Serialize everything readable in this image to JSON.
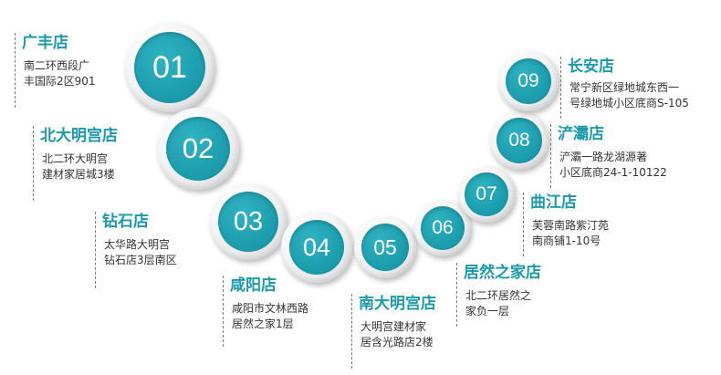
{
  "stores": [
    {
      "num": "01",
      "name": "广丰店",
      "addr1": "南二环西段广",
      "addr2": "丰国际2区901"
    },
    {
      "num": "02",
      "name": "北大明宫店",
      "addr1": "北二环大明宫",
      "addr2": "建材家居城3楼"
    },
    {
      "num": "03",
      "name": "钻石店",
      "addr1": "太华路大明宫",
      "addr2": "钻石店3层南区"
    },
    {
      "num": "04",
      "name": "咸阳店",
      "addr1": "咸阳市文林西路",
      "addr2": "居然之家1层"
    },
    {
      "num": "05",
      "name": "南大明宫店",
      "addr1": "大明宫建材家",
      "addr2": "居含光路店2楼"
    },
    {
      "num": "06",
      "name": "居然之家店",
      "addr1": "北二环居然之",
      "addr2": "家负一层"
    },
    {
      "num": "07",
      "name": "曲江店",
      "addr1": "芙蓉南路紫汀苑",
      "addr2": "南商铺1-10号"
    },
    {
      "num": "08",
      "name": "浐灞店",
      "addr1": "浐灞一路龙湖源著",
      "addr2": "小区底商24-1-10122"
    },
    {
      "num": "09",
      "name": "长安店",
      "addr1": "常宁新区绿地城东西一",
      "addr2": "号绿地城小区底商S-105"
    }
  ],
  "colors": {
    "accent": "#1a9aab",
    "text": "#333333",
    "ring": "#e9ebed"
  }
}
